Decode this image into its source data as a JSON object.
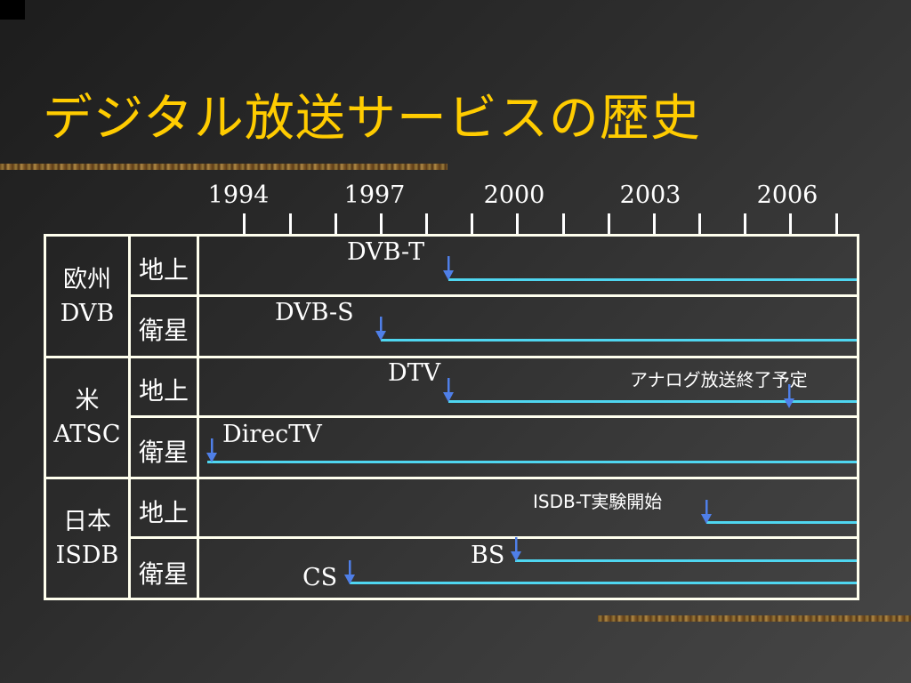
{
  "slide": {
    "title": "デジタル放送サービスの歴史"
  },
  "timeline": {
    "years": [
      "1994",
      "1997",
      "2000",
      "2003",
      "2006"
    ],
    "colors": {
      "bar": "#4fd6f0",
      "marker": "#4f7fe8",
      "title": "#ffcc00"
    }
  },
  "regions": [
    {
      "name": "欧州",
      "standard": "DVB"
    },
    {
      "name": "米",
      "standard": "ATSC"
    },
    {
      "name": "日本",
      "standard": "ISDB"
    }
  ],
  "rows": [
    {
      "label": "地上",
      "event": "DVB-T"
    },
    {
      "label": "衛星",
      "event": "DVB-S"
    },
    {
      "label": "地上",
      "event": "DTV",
      "note": "アナログ放送終了予定"
    },
    {
      "label": "衛星",
      "event": "DirecTV"
    },
    {
      "label": "地上",
      "event": "ISDB-T実験開始"
    },
    {
      "label": "衛星",
      "event_bs": "BS",
      "event_cs": "CS"
    }
  ]
}
